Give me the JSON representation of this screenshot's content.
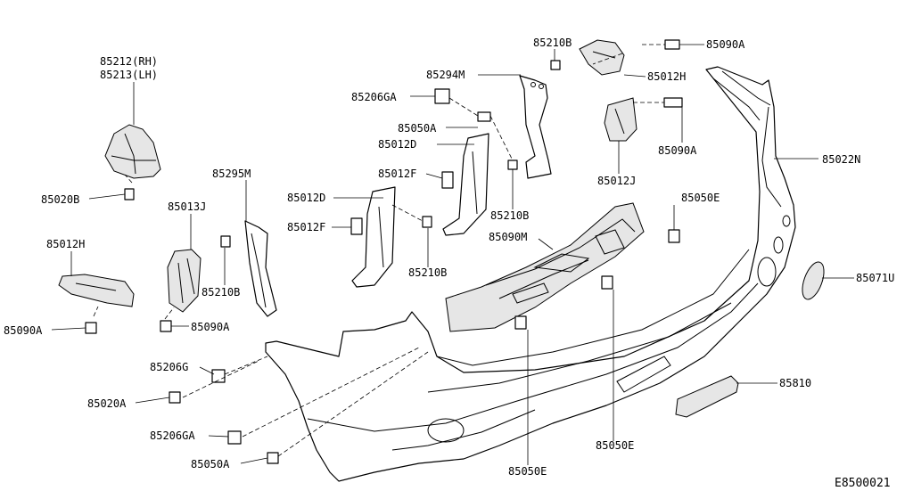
{
  "diagram_id": "E8500021",
  "callouts": {
    "c85212": "85212(RH)",
    "c85213": "85213(LH)",
    "c85020B": "85020B",
    "c85012H_left": "85012H",
    "c85090A_left": "85090A",
    "c85013J": "85013J",
    "c85210B_left": "85210B",
    "c85295M": "85295M",
    "c85090A_mid": "85090A",
    "c85206G": "85206G",
    "c85020A": "85020A",
    "c85206GA_low": "85206GA",
    "c85050A_low": "85050A",
    "c85012D_low": "85012D",
    "c85012F_low": "85012F",
    "c85210B_mid": "85210B",
    "c85206GA_top": "85206GA",
    "c85050A_top": "85050A",
    "c85012D_top": "85012D",
    "c85012F_top": "85012F",
    "c85210B_upper": "85210B",
    "c85294M": "85294M",
    "c85210B_top": "85210B",
    "c85090A_topright": "85090A",
    "c85012H_right": "85012H",
    "c85090A_right": "85090A",
    "c85012J": "85012J",
    "c85050E_upper": "85050E",
    "c85090M": "85090M",
    "c85022N": "85022N",
    "c85071U": "85071U",
    "c85810": "85810",
    "c85050E_low": "85050E",
    "c85050E_bottom": "85050E"
  }
}
